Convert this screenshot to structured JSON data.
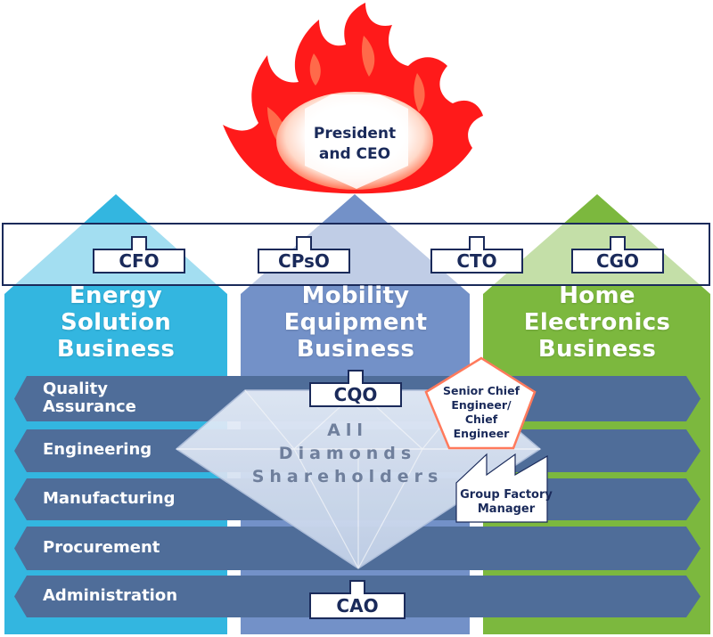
{
  "executive": {
    "line1": "President",
    "line2": "and CEO"
  },
  "businesses": [
    {
      "line1": "Energy",
      "line2": "Solution",
      "line3": "Business",
      "color": "#33b6e0"
    },
    {
      "line1": "Mobility",
      "line2": "Equipment",
      "line3": "Business",
      "color": "#7391c8"
    },
    {
      "line1": "Home",
      "line2": "Electronics",
      "line3": "Business",
      "color": "#7cb83e"
    }
  ],
  "officers": {
    "cfo": "CFO",
    "cpso": "CPsO",
    "cto": "CTO",
    "cgo": "CGO",
    "cqo": "CQO",
    "cao": "CAO"
  },
  "functions": [
    {
      "line1": "Quality",
      "line2": "Assurance"
    },
    {
      "label": "Engineering"
    },
    {
      "label": "Manufacturing"
    },
    {
      "label": "Procurement"
    },
    {
      "label": "Administration"
    }
  ],
  "diamond": {
    "line1": "All",
    "line2": "Diamonds",
    "line3": "Shareholders"
  },
  "senior_engineer": {
    "line1": "Senior Chief",
    "line2": "Engineer/",
    "line3": "Chief",
    "line4": "Engineer"
  },
  "factory_manager": {
    "line1": "Group Factory",
    "line2": "Manager"
  },
  "colors": {
    "navy": "#1a2a5a",
    "band": "#4f6d99",
    "flame": "#ff1a1a"
  }
}
